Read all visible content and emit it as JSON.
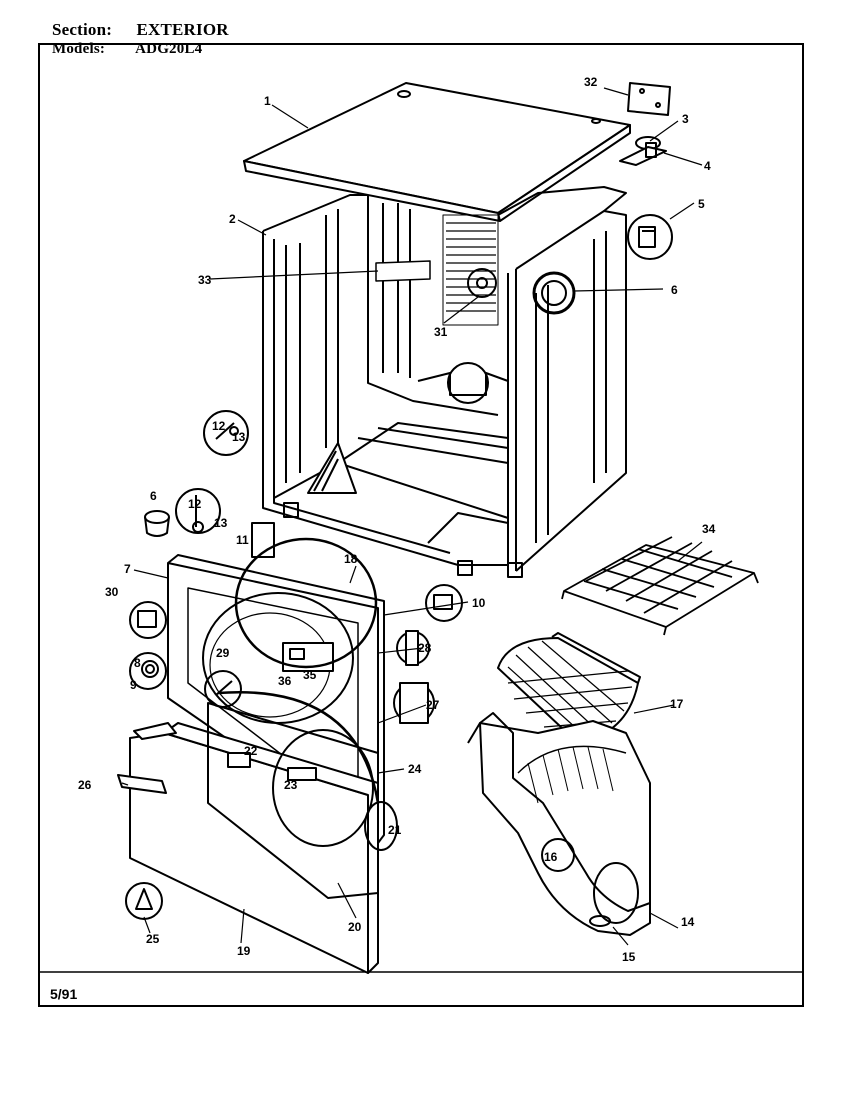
{
  "header": {
    "section_label": "Section:",
    "section_value": "EXTERIOR",
    "models_label": "Models:",
    "models_value": "ADG20L4"
  },
  "footer": {
    "date": "5/91"
  },
  "callouts": [
    "1",
    "2",
    "3",
    "4",
    "5",
    "6",
    "8",
    "9",
    "10",
    "11",
    "12",
    "13",
    "14",
    "15",
    "16",
    "17",
    "18",
    "19",
    "20",
    "21",
    "22",
    "23",
    "24",
    "25",
    "26",
    "27",
    "28",
    "29",
    "30",
    "31",
    "32",
    "33",
    "34",
    "35",
    "36",
    "7"
  ],
  "icons": [
    "cabinet-icon",
    "top-panel-icon",
    "front-panel-icon",
    "door-icon",
    "lint-screen-icon",
    "bulkhead-icon",
    "drying-rack-icon"
  ]
}
